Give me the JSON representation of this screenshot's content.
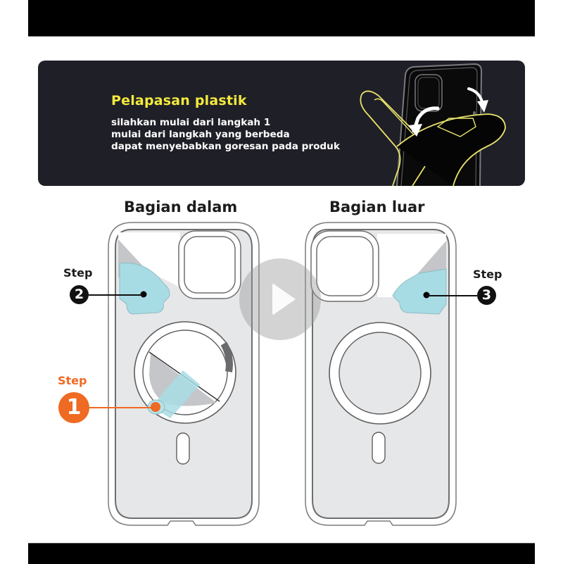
{
  "banner": {
    "title": "Pelapasan plastik",
    "lines": [
      "silahkan mulai dari langkah 1",
      "mulai dari langkah yang berbeda",
      "dapat menyebabkan goresan pada produk"
    ]
  },
  "sections": {
    "inside": {
      "title": "Bagian dalam"
    },
    "outside": {
      "title": "Bagian luar"
    }
  },
  "steps": [
    {
      "label": "Step",
      "number": "1",
      "color": "#ef6a22"
    },
    {
      "label": "Step",
      "number": "2",
      "color": "#111111"
    },
    {
      "label": "Step",
      "number": "3",
      "color": "#111111"
    }
  ],
  "colors": {
    "banner_bg": "#1f1f27",
    "title_yellow": "#f2ea3c",
    "film_blue": "#a8dce4",
    "case_fill": "#e6e7e9",
    "accent_orange": "#ef6a22"
  },
  "video": {
    "play_icon": "play-icon"
  }
}
